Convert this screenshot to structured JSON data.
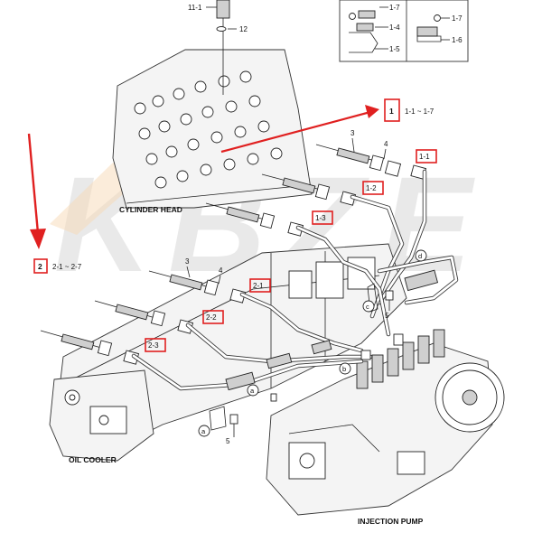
{
  "labels": {
    "cylinder_head": "CYLINDER HEAD",
    "oil_cooler": "OIL COOLER",
    "injection_pump": "INJECTION PUMP"
  },
  "callouts": {
    "top_range_ref": "1",
    "top_range_text": "1-1 ~ 1-7",
    "left_range_ref": "2",
    "left_range_text": "2-1 ~ 2-7",
    "c_1_1": "1-1",
    "c_1_2": "1-2",
    "c_1_3": "1-3",
    "c_2_1": "2-1",
    "c_2_2": "2-2",
    "c_2_3": "2-3"
  },
  "part_numbers": {
    "n_11_1": "11-1",
    "n_12": "12",
    "n_3_top": "3",
    "n_4_top": "4",
    "n_3_mid": "3",
    "n_4_mid": "4",
    "n_5_right": "5",
    "n_5_left": "5",
    "letter_a1": "a",
    "letter_a2": "a",
    "letter_b": "b",
    "letter_c": "c",
    "letter_d": "d"
  },
  "inset": {
    "l_1_7a": "1-7",
    "l_1_4": "1-4",
    "l_1_5": "1-5",
    "l_1_7b": "1-7",
    "l_1_6": "1-6"
  },
  "watermark": {
    "text": "KBZE"
  },
  "colors": {
    "callout": "#e02020",
    "arrow": "#e02020",
    "watermark": "#dcdcdc",
    "ink": "#222222"
  }
}
